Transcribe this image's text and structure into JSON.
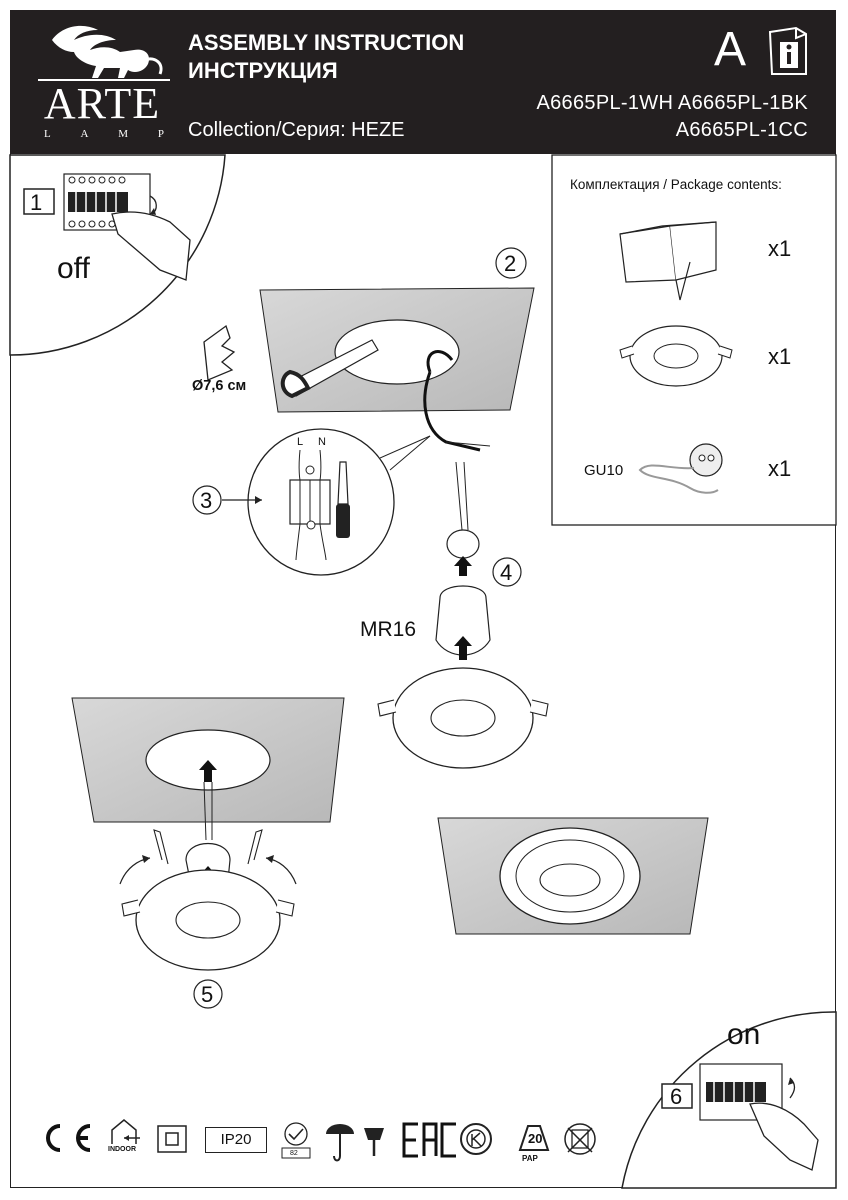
{
  "header": {
    "title_en": "ASSEMBLY INSTRUCTION",
    "title_ru": "ИНСТРУКЦИЯ",
    "collection": "Collection/Серия: HEZE",
    "class_letter": "A",
    "models_line1": "A6665PL-1WH A6665PL-1BK",
    "models_line2": "A6665PL-1CC",
    "logo_word": "ARTE",
    "logo_sub": [
      "L",
      "A",
      "M",
      "P"
    ]
  },
  "package": {
    "title": "Комплектация / Package contents:",
    "items": [
      {
        "icon": "box-icon",
        "qty": "x1"
      },
      {
        "icon": "downlight-icon",
        "label": "",
        "qty": "x1"
      },
      {
        "icon": "gu10-socket-icon",
        "label": "GU10",
        "qty": "x1"
      }
    ]
  },
  "steps": {
    "s1": "1",
    "s1_label": "off",
    "s2": "2",
    "s2_diameter": "Ø7,6 см",
    "s3": "3",
    "s3_L": "L",
    "s3_N": "N",
    "s4": "4",
    "s4_lamp": "MR16",
    "s5": "5",
    "s6": "6",
    "s6_label": "on"
  },
  "certifications": {
    "ce": "CE",
    "indoor": "INDOOR",
    "ip": "IP20",
    "eighty": "82",
    "eac": "EAC",
    "pap_num": "20",
    "pap": "PAP"
  }
}
